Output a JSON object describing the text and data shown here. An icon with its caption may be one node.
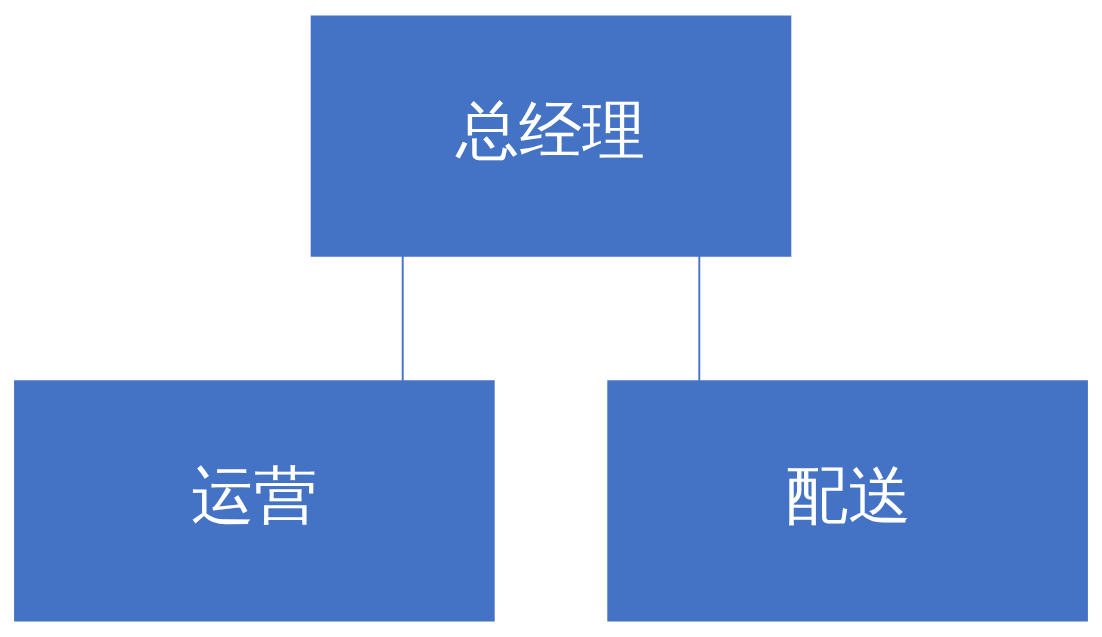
{
  "diagram": {
    "nodes": [
      {
        "text": [
          "总经理"
        ]
      },
      {
        "text": [
          "运营"
        ]
      },
      {
        "text": [
          "配送"
        ]
      }
    ],
    "edges": [
      {
        "from": 0,
        "to": 1,
        "arrow": "none"
      },
      {
        "from": 0,
        "to": 2,
        "arrow": "none"
      }
    ]
  }
}
